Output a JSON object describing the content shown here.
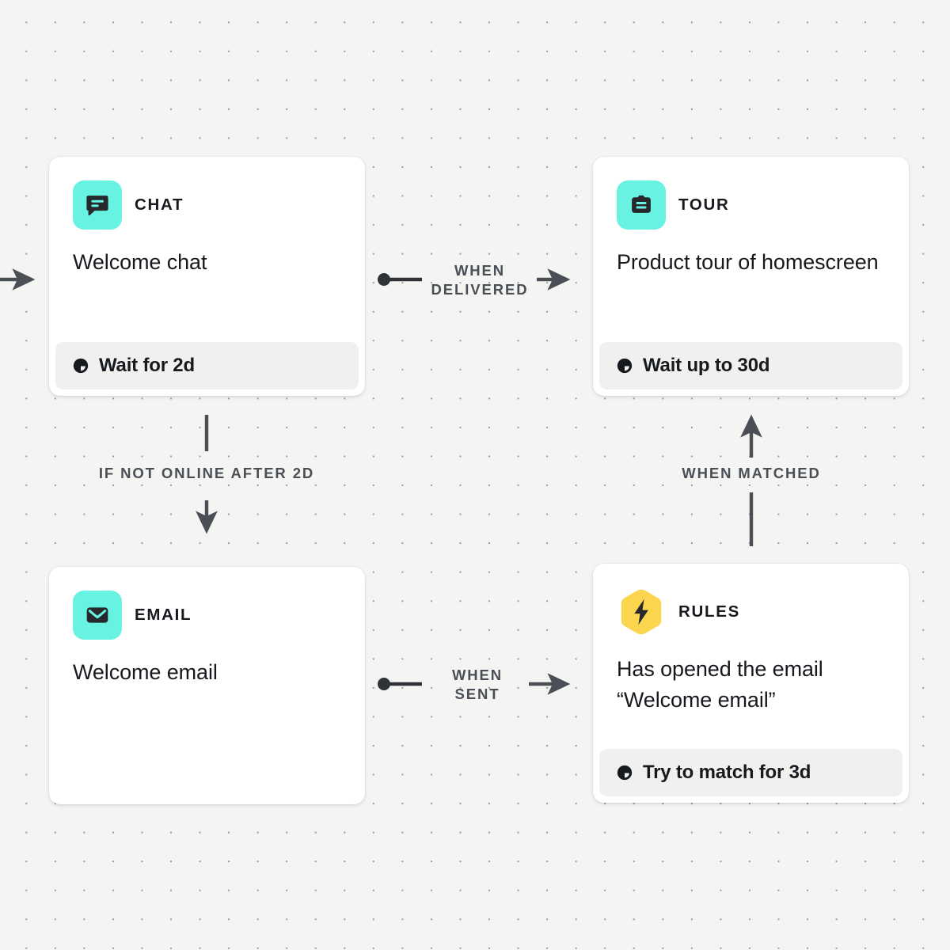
{
  "canvas": {
    "background_color": "#f4f4f3",
    "grid": "dotted-grid"
  },
  "palette": {
    "teal_tile": "#68f2e1",
    "yellow_hex": "#fcd54f",
    "card_background": "#ffffff",
    "footer_background": "#f0f0ef",
    "text_primary": "#16191d",
    "connector": "#4a4f55"
  },
  "nodes": [
    {
      "id": "chat",
      "kind": "CHAT",
      "icon": "chat-bubble-icon",
      "title": "Welcome chat",
      "footer": "Wait for 2d",
      "footer_icon": "clock-icon"
    },
    {
      "id": "tour",
      "kind": "TOUR",
      "icon": "product-tour-icon",
      "title": "Product tour of homescreen",
      "footer": "Wait up to 30d",
      "footer_icon": "clock-icon"
    },
    {
      "id": "email",
      "kind": "EMAIL",
      "icon": "envelope-icon",
      "title": "Welcome email",
      "footer": null,
      "footer_icon": null
    },
    {
      "id": "rules",
      "kind": "RULES",
      "icon": "lightning-bolt-icon",
      "title": "Has opened the email “Welcome email”",
      "footer": "Try to match for 3d",
      "footer_icon": "clock-icon"
    }
  ],
  "edges": [
    {
      "id": "entry",
      "from": "canvas-left",
      "to": "chat",
      "label": ""
    },
    {
      "id": "chat-to-tour",
      "from": "chat",
      "to": "tour",
      "label": "WHEN\nDELIVERED"
    },
    {
      "id": "chat-to-email",
      "from": "chat",
      "to": "email",
      "label": "IF NOT ONLINE AFTER 2D"
    },
    {
      "id": "email-to-rules",
      "from": "email",
      "to": "rules",
      "label": "WHEN\nSENT"
    },
    {
      "id": "rules-to-tour",
      "from": "rules",
      "to": "tour",
      "label": "WHEN MATCHED"
    }
  ]
}
